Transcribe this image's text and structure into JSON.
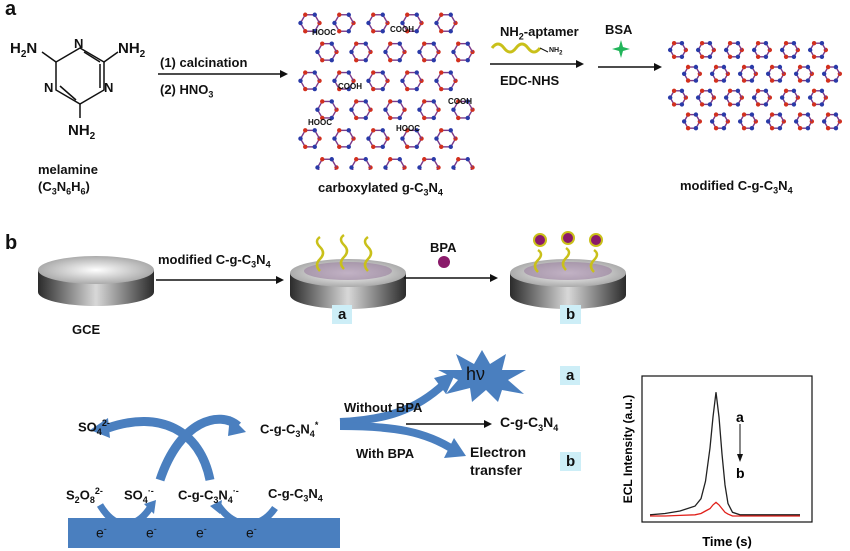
{
  "panel_a": {
    "letter": "a",
    "melamine": {
      "name": "melamine",
      "formula_prefix": "(C",
      "n1": "3",
      "mid1": "N",
      "n2": "6",
      "mid2": "H",
      "n3": "6",
      "suffix": ")",
      "nh2": "NH",
      "nh2_sub": "2",
      "h2n": "H",
      "h2n_sub": "2",
      "h2n_tail": "N",
      "ring_n": "N"
    },
    "step1_line1": "(1) calcination",
    "step1_line2_prefix": "(2) HNO",
    "step1_line2_sub": "3",
    "cooh": "COOH",
    "hooc": "HOOC",
    "carboxylated_prefix": "carboxylated g-C",
    "carboxylated_sub1": "3",
    "carboxylated_mid": "N",
    "carboxylated_sub2": "4",
    "aptamer_prefix": "NH",
    "aptamer_sub": "2",
    "aptamer_suffix": "-aptamer",
    "aptamer_nh2": "NH",
    "aptamer_nh2_sub": "2",
    "coupling": "EDC-NHS",
    "bsa": "BSA",
    "modified_prefix": "modified C-g-C",
    "modified_sub1": "3",
    "modified_mid": "N",
    "modified_sub2": "4"
  },
  "panel_b": {
    "letter": "b",
    "gce": "GCE",
    "modified_prefix": "modified C-g-C",
    "modified_sub1": "3",
    "modified_mid": "N",
    "modified_sub2": "4",
    "bpa": "BPA",
    "tag_a": "a",
    "tag_b": "b",
    "mechanism": {
      "so4_prefix": "SO",
      "so4_sub": "4",
      "so4_sup": "2-",
      "cgc_star_prefix": "C-g-C",
      "cgc_sub1": "3",
      "cgc_mid": "N",
      "cgc_sub2": "4",
      "cgc_star_sup": "*",
      "s2o8_prefix": "S",
      "s2o8_sub1": "2",
      "s2o8_mid": "O",
      "s2o8_sub2": "8",
      "s2o8_sup": "2-",
      "so4rad_sup": "·-",
      "cgcrad_sup": "·-",
      "electron": "e",
      "electron_sup": "-",
      "hv": "hν",
      "without_bpa": "Without BPA",
      "with_bpa": "With BPA",
      "electron_transfer_1": "Electron",
      "electron_transfer_2": "transfer"
    }
  },
  "chart_data": {
    "type": "line",
    "xlabel": "Time (s)",
    "ylabel": "ECL Intensity (a.u.)",
    "x": [
      0,
      1,
      2,
      3,
      3.4,
      3.7,
      4.0,
      4.2,
      4.4,
      4.6,
      4.8,
      5.0,
      5.2,
      5.5,
      6,
      7,
      8,
      9,
      10
    ],
    "series": [
      {
        "name": "a",
        "color": "#222222",
        "values": [
          0.01,
          0.02,
          0.04,
          0.08,
          0.14,
          0.28,
          0.55,
          0.8,
          1.0,
          0.8,
          0.5,
          0.25,
          0.1,
          0.03,
          0.01,
          0.01,
          0.01,
          0.01,
          0.01
        ]
      },
      {
        "name": "b",
        "color": "#e0201a",
        "values": [
          0.0,
          0.0,
          0.005,
          0.01,
          0.02,
          0.04,
          0.06,
          0.09,
          0.11,
          0.09,
          0.06,
          0.03,
          0.015,
          0.0,
          0.0,
          0.0,
          0.0,
          0.0,
          0.0
        ]
      }
    ],
    "series_labels": {
      "a": "a",
      "b": "b"
    },
    "xlim": [
      0,
      10
    ],
    "ylim": [
      0,
      1.05
    ],
    "grid": false
  }
}
